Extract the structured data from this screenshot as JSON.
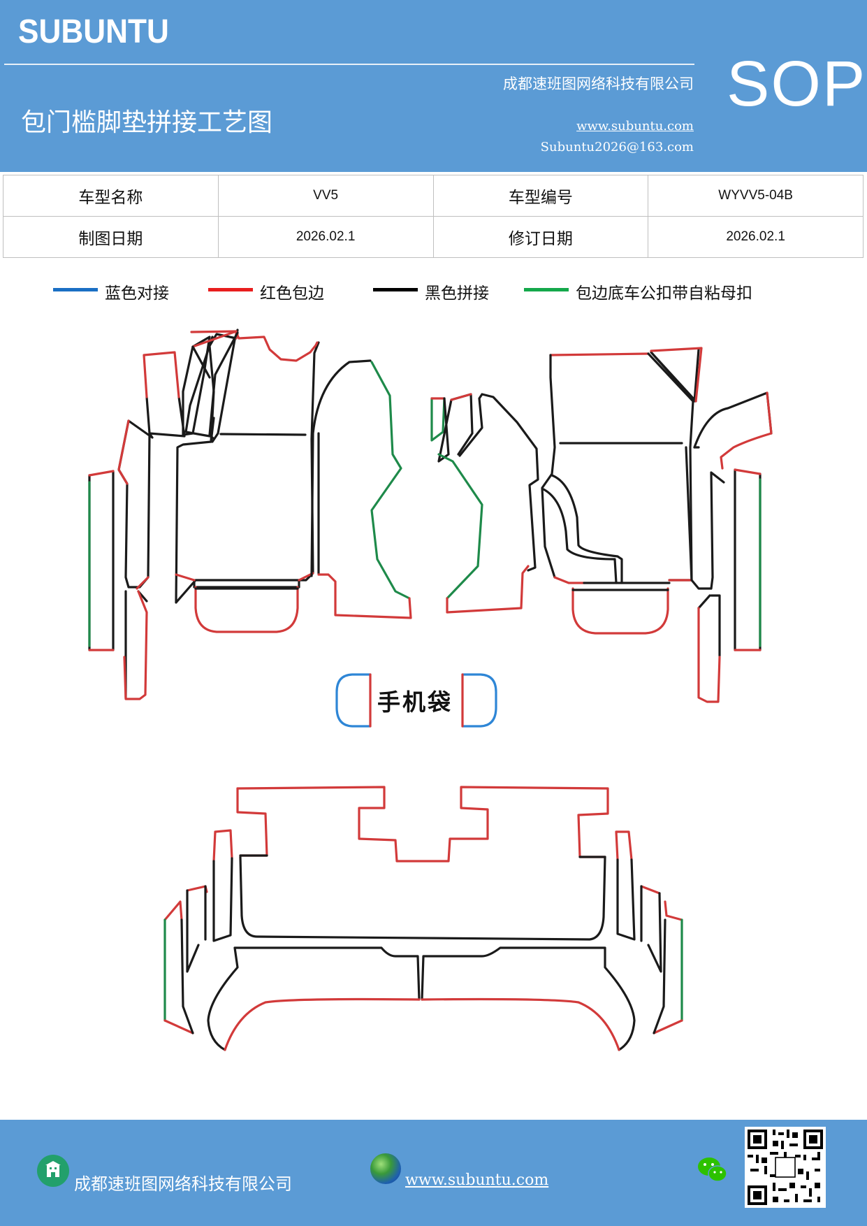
{
  "header": {
    "brand": "SUBUNTU",
    "sop": "SOP",
    "company": "成都速班图网络科技有限公司",
    "title": "包门槛脚垫拼接工艺图",
    "url": "www.subuntu.com",
    "email": "Subuntu2026@163.com"
  },
  "info": {
    "model_name_label": "车型名称",
    "model_name": "VV5",
    "model_code_label": "车型编号",
    "model_code": "WYVV5-04B",
    "draw_date_label": "制图日期",
    "draw_date": "2026.02.1",
    "revise_date_label": "修订日期",
    "revise_date": "2026.02.1"
  },
  "legend": [
    {
      "label": "蓝色对接",
      "color": "#1a6fc4"
    },
    {
      "label": "红色包边",
      "color": "#e81e1e"
    },
    {
      "label": "黑色拼接",
      "color": "#000000"
    },
    {
      "label": "包边底车公扣带自粘母扣",
      "color": "#14a84b"
    }
  ],
  "drawing": {
    "pouch_label": "手机袋",
    "stroke_colors": {
      "black": "#1a1a1a",
      "red": "#d23a3a",
      "green": "#1e8a4a",
      "blue": "#2e86d6"
    }
  },
  "footer": {
    "company": "成都速班图网络科技有限公司",
    "url": "www.subuntu.com"
  }
}
